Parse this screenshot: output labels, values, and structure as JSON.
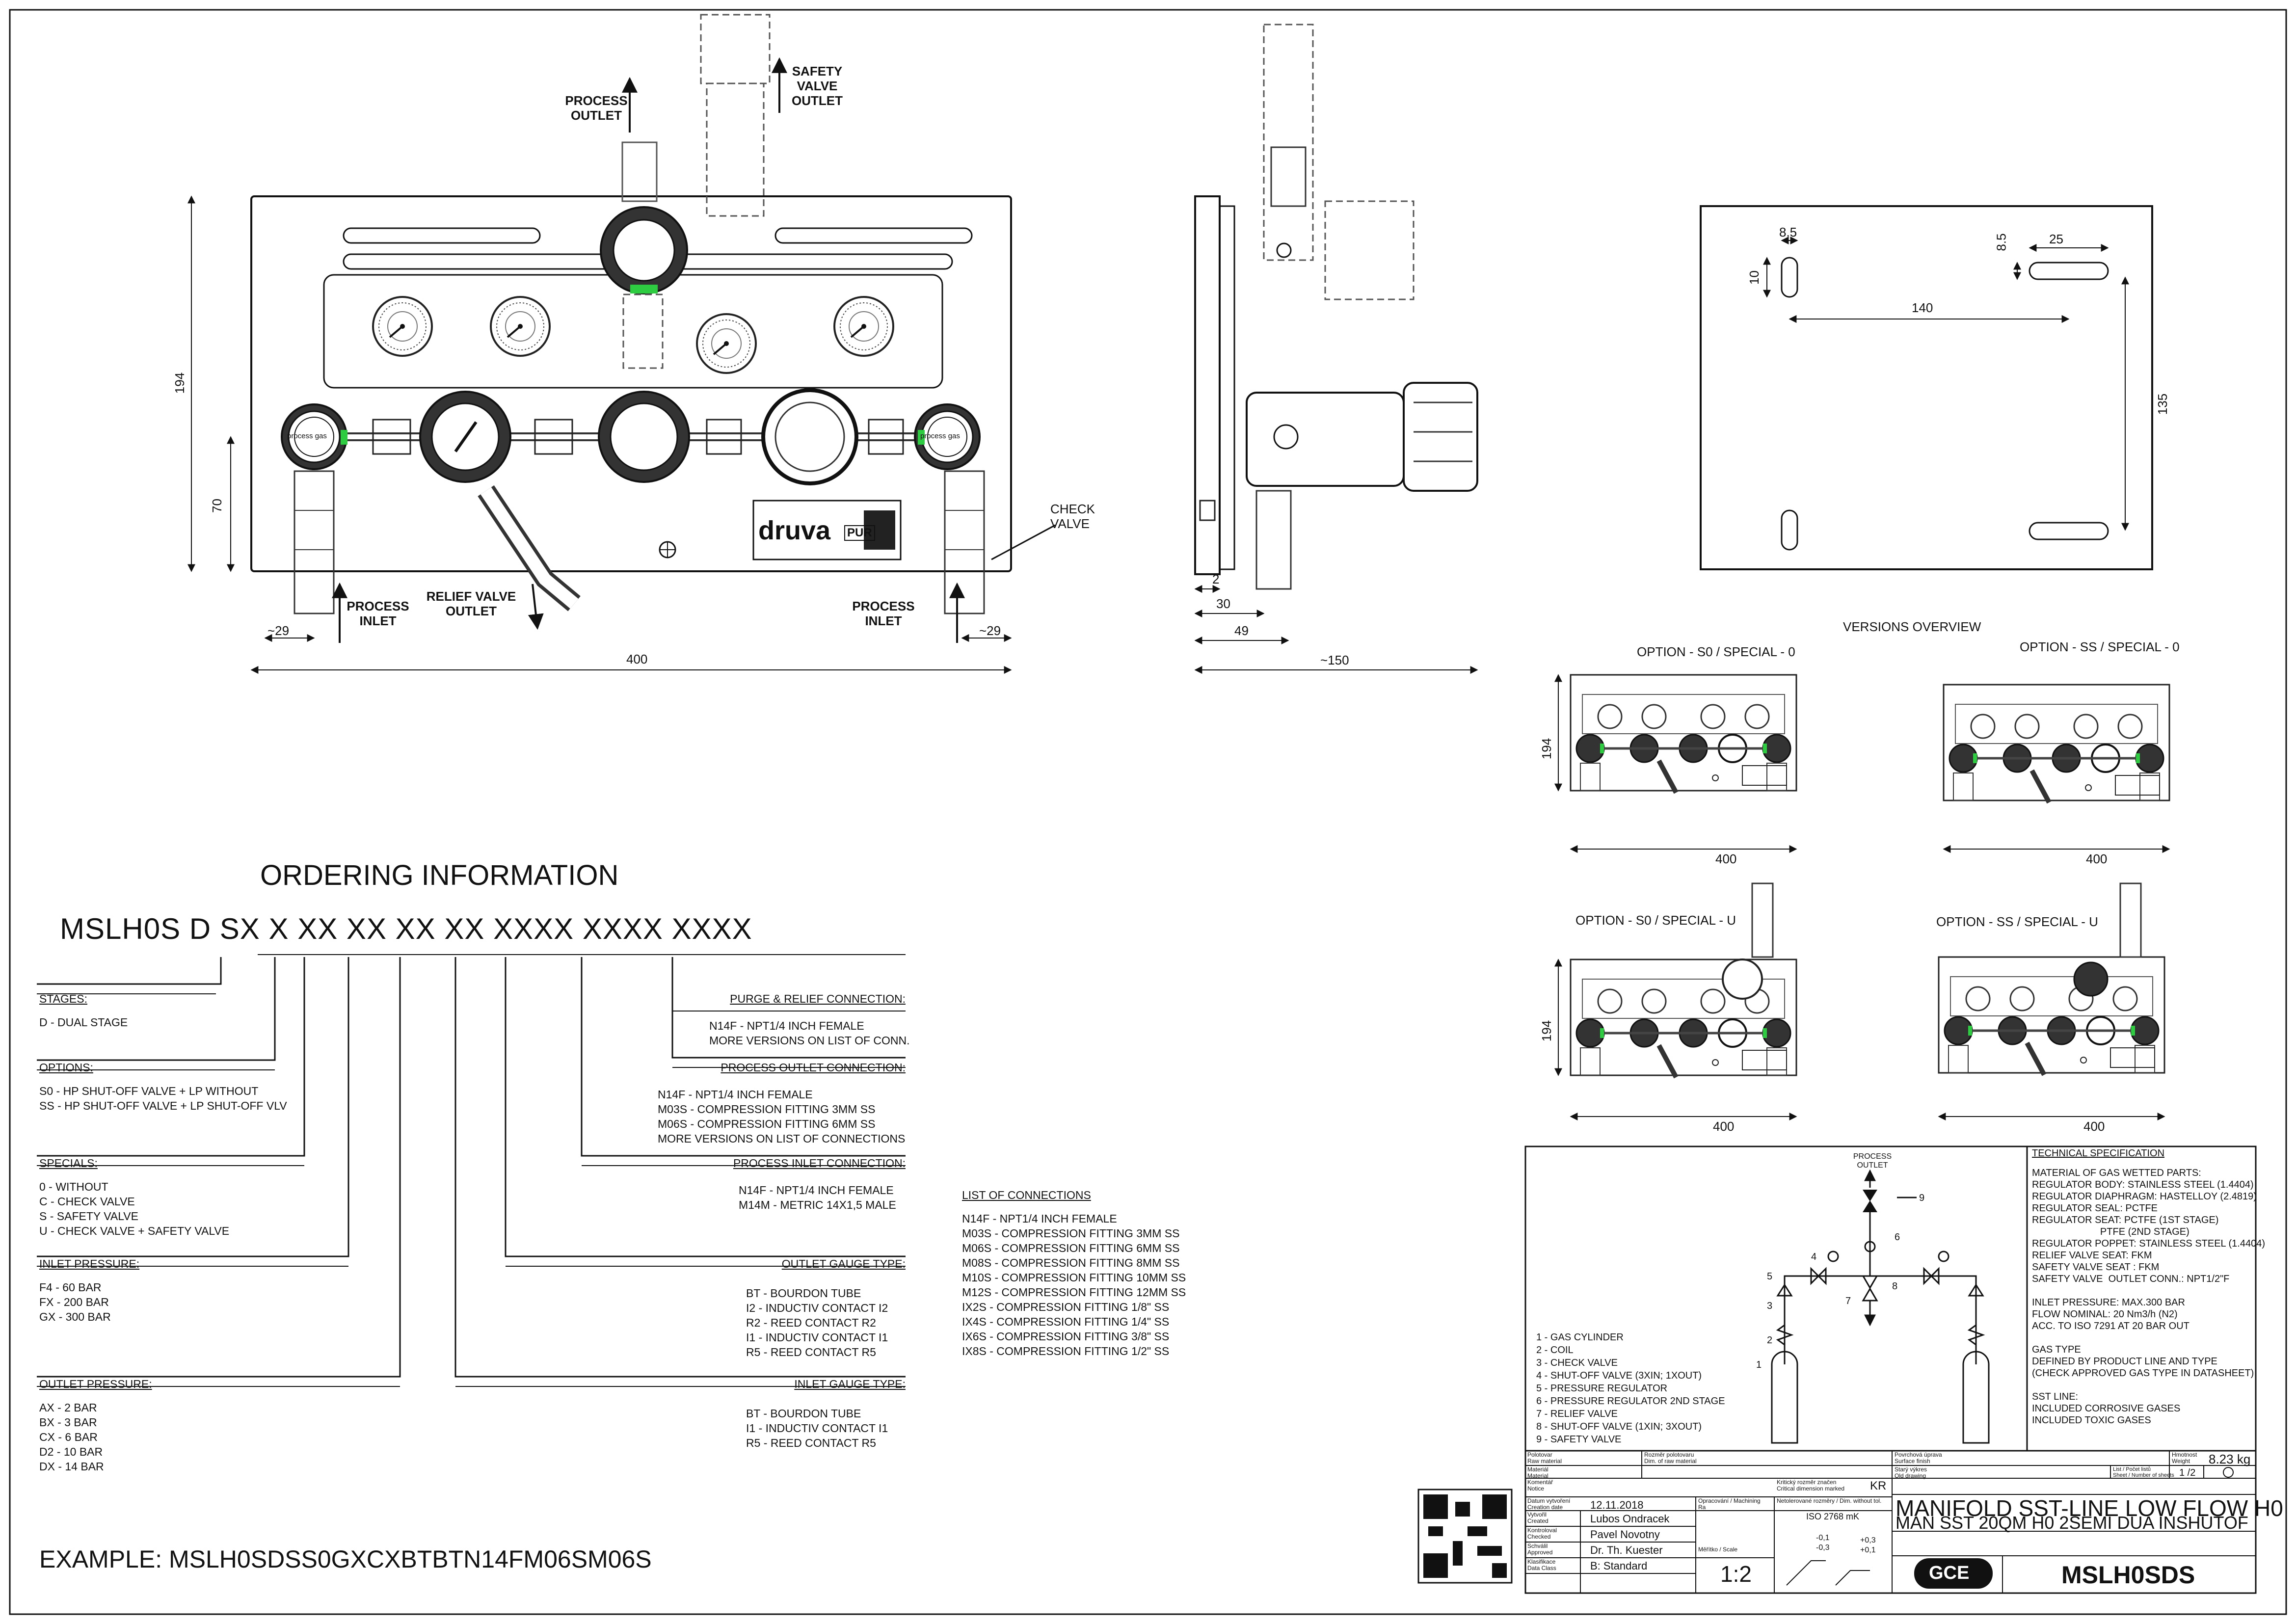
{
  "front_view": {
    "labels": {
      "process_outlet": "PROCESS\nOUTLET",
      "safety_valve_outlet": "SAFETY\nVALVE\nOUTLET",
      "process_inlet_left": "PROCESS\nINLET",
      "relief_valve_outlet": "RELIEF VALVE\nOUTLET",
      "process_inlet_right": "PROCESS\nINLET",
      "check_valve": "CHECK\nVALVE",
      "brand": "druva",
      "brand_sub": "PUR",
      "gauge_knob_text": "process gas"
    },
    "dims": {
      "height": "194",
      "inlet_height": "70",
      "width": "400",
      "left_offset": "~29",
      "right_offset": "~29"
    }
  },
  "side_view": {
    "dims": {
      "d2": "2",
      "d30": "30",
      "d49": "49",
      "d150": "~150"
    }
  },
  "back_view": {
    "dims": {
      "d85a": "8.5",
      "d10": "10",
      "d85b": "8.5",
      "d25": "25",
      "d140": "140",
      "d135": "135"
    }
  },
  "versions": {
    "title": "VERSIONS OVERVIEW",
    "options": [
      {
        "name": "OPTION - S0 / SPECIAL - 0",
        "width": "400",
        "height": "194"
      },
      {
        "name": "OPTION - SS / SPECIAL - 0",
        "width": "400"
      },
      {
        "name": "OPTION - S0 / SPECIAL - U",
        "width": "400",
        "height": "194"
      },
      {
        "name": "OPTION - SS / SPECIAL - U",
        "width": "400"
      }
    ]
  },
  "ordering": {
    "title": "ORDERING INFORMATION",
    "code_parts": [
      "MSLH0S",
      "D",
      "SX",
      "X",
      "XX",
      "XX",
      "XX",
      "XX",
      "XXXX",
      "XXXX",
      "XXXX"
    ],
    "stages": {
      "header": "STAGES:",
      "items": [
        "D - DUAL STAGE"
      ]
    },
    "options": {
      "header": "OPTIONS:",
      "items": [
        "S0 - HP SHUT-OFF VALVE + LP WITHOUT",
        "SS - HP SHUT-OFF VALVE + LP SHUT-OFF VLV"
      ]
    },
    "specials": {
      "header": "SPECIALS:",
      "items": [
        "0 - WITHOUT",
        "C - CHECK VALVE",
        "S - SAFETY VALVE",
        "U - CHECK VALVE + SAFETY VALVE"
      ]
    },
    "inlet_pressure": {
      "header": "INLET PRESSURE:",
      "items": [
        "F4 - 60 BAR",
        "FX - 200 BAR",
        "GX - 300 BAR"
      ]
    },
    "outlet_pressure": {
      "header": "OUTLET PRESSURE:",
      "items": [
        "AX - 2 BAR",
        "BX - 3 BAR",
        "CX - 6 BAR",
        "D2 - 10 BAR",
        "DX - 14 BAR"
      ]
    },
    "purge": {
      "header": "PURGE & RELIEF CONNECTION:",
      "items": [
        "N14F - NPT1/4 INCH FEMALE",
        "MORE VERSIONS ON LIST OF CONN."
      ]
    },
    "process_outlet": {
      "header": "PROCESS OUTLET CONNECTION:",
      "items": [
        "N14F - NPT1/4 INCH FEMALE",
        "M03S - COMPRESSION FITTING 3MM SS",
        "M06S - COMPRESSION FITTING 6MM SS",
        "MORE VERSIONS ON LIST OF CONNECTIONS"
      ]
    },
    "process_inlet": {
      "header": "PROCESS INLET CONNECTION:",
      "items": [
        "N14F - NPT1/4 INCH FEMALE",
        "M14M - METRIC 14X1,5 MALE"
      ]
    },
    "outlet_gauge": {
      "header": "OUTLET GAUGE TYPE:",
      "items": [
        "BT - BOURDON TUBE",
        "I2 - INDUCTIV CONTACT I2",
        "R2 - REED CONTACT R2",
        "I1 - INDUCTIV CONTACT I1",
        "R5 - REED CONTACT R5"
      ]
    },
    "inlet_gauge": {
      "header": "INLET GAUGE TYPE:",
      "items": [
        "BT - BOURDON TUBE",
        "I1 - INDUCTIV CONTACT I1",
        "R5 - REED CONTACT R5"
      ]
    },
    "example": "EXAMPLE: MSLH0SDSS0GXCXBTBTN14FM06SM06S"
  },
  "connections": {
    "header": "LIST OF CONNECTIONS",
    "items": [
      "N14F - NPT1/4 INCH FEMALE",
      "M03S - COMPRESSION FITTING 3MM SS",
      "M06S - COMPRESSION FITTING 6MM SS",
      "M08S - COMPRESSION FITTING 8MM SS",
      "M10S - COMPRESSION FITTING 10MM SS",
      "M12S - COMPRESSION FITTING 12MM SS",
      "IX2S - COMPRESSION FITTING 1/8\" SS",
      "IX4S - COMPRESSION FITTING 1/4\" SS",
      "IX6S - COMPRESSION FITTING 3/8\" SS",
      "IX8S - COMPRESSION FITTING 1/2\" SS"
    ]
  },
  "schematic": {
    "process_outlet": "PROCESS\nOUTLET",
    "legend": [
      "1 - GAS CYLINDER",
      "2 - COIL",
      "3 - CHECK VALVE",
      "4 - SHUT-OFF VALVE (3XIN; 1XOUT)",
      "5 - PRESSURE REGULATOR",
      "6 - PRESSURE REGULATOR 2ND STAGE",
      "7 - RELIEF VALVE",
      "8 - SHUT-OFF VALVE (1XIN; 3XOUT)",
      "9 - SAFETY VALVE"
    ],
    "numbers": [
      "1",
      "2",
      "3",
      "4",
      "5",
      "6",
      "7",
      "8",
      "9"
    ]
  },
  "tech_spec": {
    "header": "TECHNICAL SPECIFICATION",
    "lines": [
      "MATERIAL OF GAS WETTED PARTS:",
      "REGULATOR BODY: STAINLESS STEEL (1.4404)",
      "REGULATOR DIAPHRAGM: HASTELLOY (2.4819)",
      "REGULATOR SEAL: PCTFE",
      "REGULATOR SEAT: PCTFE (1ST STAGE)",
      "                         PTFE (2ND STAGE)",
      "REGULATOR POPPET: STAINLESS STEEL (1.4404)",
      "RELIEF VALVE SEAT: FKM",
      "SAFETY VALVE SEAT : FKM",
      "SAFETY VALVE  OUTLET CONN.: NPT1/2\"F",
      "",
      "INLET PRESSURE: MAX.300 BAR",
      "FLOW NOMINAL: 20 Nm3/h (N2)",
      "ACC. TO ISO 7291 AT 20 BAR OUT",
      "",
      "GAS TYPE",
      "DEFINED BY PRODUCT LINE AND TYPE",
      "(CHECK APPROVED GAS TYPE IN DATASHEET)",
      "",
      "SST LINE:",
      "INCLUDED CORROSIVE GASES",
      "INCLUDED TOXIC GASES"
    ]
  },
  "title_block": {
    "material_cz": "Polotovar",
    "material_en": "Raw material",
    "dim_cz": "Rozměr polotovaru",
    "dim_en": "Dim. of raw material",
    "mat_cz": "Materiál",
    "mat_en": "Material",
    "surface_cz": "Povrchová úprava",
    "surface_en": "Surface finish",
    "weight_cz": "Hmotnost",
    "weight_en": "Weight",
    "weight": "8.23 kg",
    "notice_cz": "Komentář",
    "notice_en": "Notice",
    "crit_cz": "Kritický rozměr značen",
    "crit_en": "Critical dimension marked",
    "crit_val": "KR",
    "old_cz": "Starý výkres",
    "old_en": "Old drawing",
    "sheet_cz": "List / Počet listů",
    "sheet_en": "Sheet / Number of sheets",
    "sheet": "1 /2",
    "created_cz": "Datum vytvoření",
    "created_en": "Creation date",
    "created": "12.11.2018",
    "machining_cz": "Opracování / Machining",
    "machining_val": "Ra",
    "tol_cz": "Netolerované rozměry / Dim. without tol.",
    "tol_val": "ISO 2768 mK",
    "created_by_cz": "Vytvořil",
    "created_by_en": "Created",
    "created_by": "Lubos Ondracek",
    "checked_cz": "Kontroloval",
    "checked_en": "Checked",
    "checked_by": "Pavel Novotny",
    "approved_cz": "Schválil",
    "approved_en": "Approved",
    "approved_by": "Dr. Th. Kuester",
    "class_cz": "Klasifikace",
    "class_en": "Data Class",
    "class_val": "B: Standard",
    "scale_cz": "Měřítko / Scale",
    "scale": "1:2",
    "tol_minus": "-0,1",
    "tol_minus2": "-0,3",
    "tol_plus": "+0,3",
    "tol_plus2": "+0,1",
    "title1": "MANIFOLD SST-LINE LOW FLOW H0",
    "title2": "MAN SST 20QM H0 2SEMI DUA INSHUTOF",
    "logo": "GCE",
    "part_no": "MSLH0SDS"
  }
}
